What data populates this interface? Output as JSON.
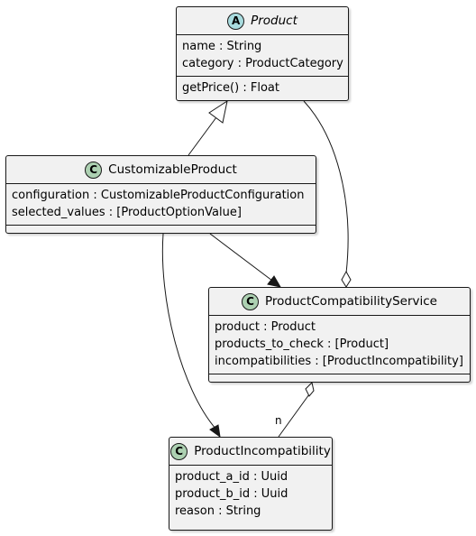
{
  "classes": {
    "product": {
      "stereotype": "A",
      "name": "Product",
      "attributes": [
        "name : String",
        "category : ProductCategory"
      ],
      "methods": [
        "getPrice() : Float"
      ]
    },
    "customizable_product": {
      "stereotype": "C",
      "name": "CustomizableProduct",
      "attributes": [
        "configuration : CustomizableProductConfiguration",
        "selected_values : [ProductOptionValue]"
      ]
    },
    "compat_service": {
      "stereotype": "C",
      "name": "ProductCompatibilityService",
      "attributes": [
        "product : Product",
        "products_to_check : [Product]",
        "incompatibilities : [ProductIncompatibility]"
      ]
    },
    "incompatibility": {
      "stereotype": "C",
      "name": "ProductIncompatibility",
      "attributes": [
        "product_a_id : Uuid",
        "product_b_id : Uuid",
        "reason : String"
      ]
    }
  },
  "multiplicities": {
    "service_to_incompatibility": "n"
  },
  "colors": {
    "box_fill": "#f1f1f1",
    "border": "#181818",
    "class_circle": "#add1b2",
    "abstract_circle": "#a9dcdf"
  }
}
